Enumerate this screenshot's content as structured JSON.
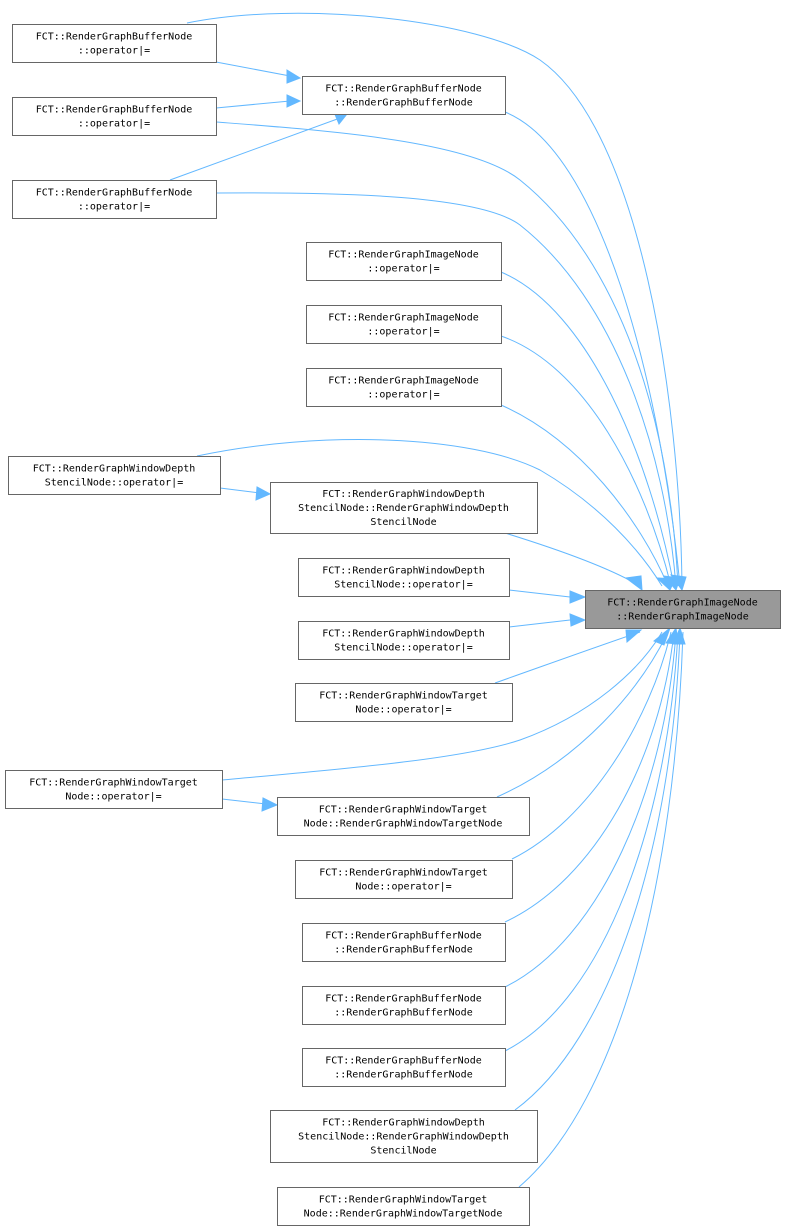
{
  "target": {
    "id": "target",
    "lines": [
      "FCT::RenderGraphImageNode",
      "::RenderGraphImageNode"
    ]
  },
  "nodes": [
    {
      "id": "n1",
      "lines": [
        "FCT::RenderGraphBufferNode",
        "::operator|="
      ]
    },
    {
      "id": "n2",
      "lines": [
        "FCT::RenderGraphBufferNode",
        "::RenderGraphBufferNode"
      ]
    },
    {
      "id": "n3",
      "lines": [
        "FCT::RenderGraphBufferNode",
        "::operator|="
      ]
    },
    {
      "id": "n4",
      "lines": [
        "FCT::RenderGraphBufferNode",
        "::operator|="
      ]
    },
    {
      "id": "n5",
      "lines": [
        "FCT::RenderGraphImageNode",
        "::operator|="
      ]
    },
    {
      "id": "n6",
      "lines": [
        "FCT::RenderGraphImageNode",
        "::operator|="
      ]
    },
    {
      "id": "n7",
      "lines": [
        "FCT::RenderGraphImageNode",
        "::operator|="
      ]
    },
    {
      "id": "n8",
      "lines": [
        "FCT::RenderGraphWindowDepth",
        "StencilNode::operator|="
      ]
    },
    {
      "id": "n9",
      "lines": [
        "FCT::RenderGraphWindowDepth",
        "StencilNode::RenderGraphWindowDepth",
        "StencilNode"
      ]
    },
    {
      "id": "n10",
      "lines": [
        "FCT::RenderGraphWindowDepth",
        "StencilNode::operator|="
      ]
    },
    {
      "id": "n11",
      "lines": [
        "FCT::RenderGraphWindowDepth",
        "StencilNode::operator|="
      ]
    },
    {
      "id": "n12",
      "lines": [
        "FCT::RenderGraphWindowTarget",
        "Node::operator|="
      ]
    },
    {
      "id": "n13",
      "lines": [
        "FCT::RenderGraphWindowTarget",
        "Node::operator|="
      ]
    },
    {
      "id": "n14",
      "lines": [
        "FCT::RenderGraphWindowTarget",
        "Node::RenderGraphWindowTargetNode"
      ]
    },
    {
      "id": "n15",
      "lines": [
        "FCT::RenderGraphWindowTarget",
        "Node::operator|="
      ]
    },
    {
      "id": "n16",
      "lines": [
        "FCT::RenderGraphBufferNode",
        "::RenderGraphBufferNode"
      ]
    },
    {
      "id": "n17",
      "lines": [
        "FCT::RenderGraphBufferNode",
        "::RenderGraphBufferNode"
      ]
    },
    {
      "id": "n18",
      "lines": [
        "FCT::RenderGraphBufferNode",
        "::RenderGraphBufferNode"
      ]
    },
    {
      "id": "n19",
      "lines": [
        "FCT::RenderGraphWindowDepth",
        "StencilNode::RenderGraphWindowDepth",
        "StencilNode"
      ]
    },
    {
      "id": "n20",
      "lines": [
        "FCT::RenderGraphWindowTarget",
        "Node::RenderGraphWindowTargetNode"
      ]
    }
  ],
  "colors": {
    "edge": "#63b8ff",
    "target_fill": "#999999",
    "node_border": "#666666"
  }
}
